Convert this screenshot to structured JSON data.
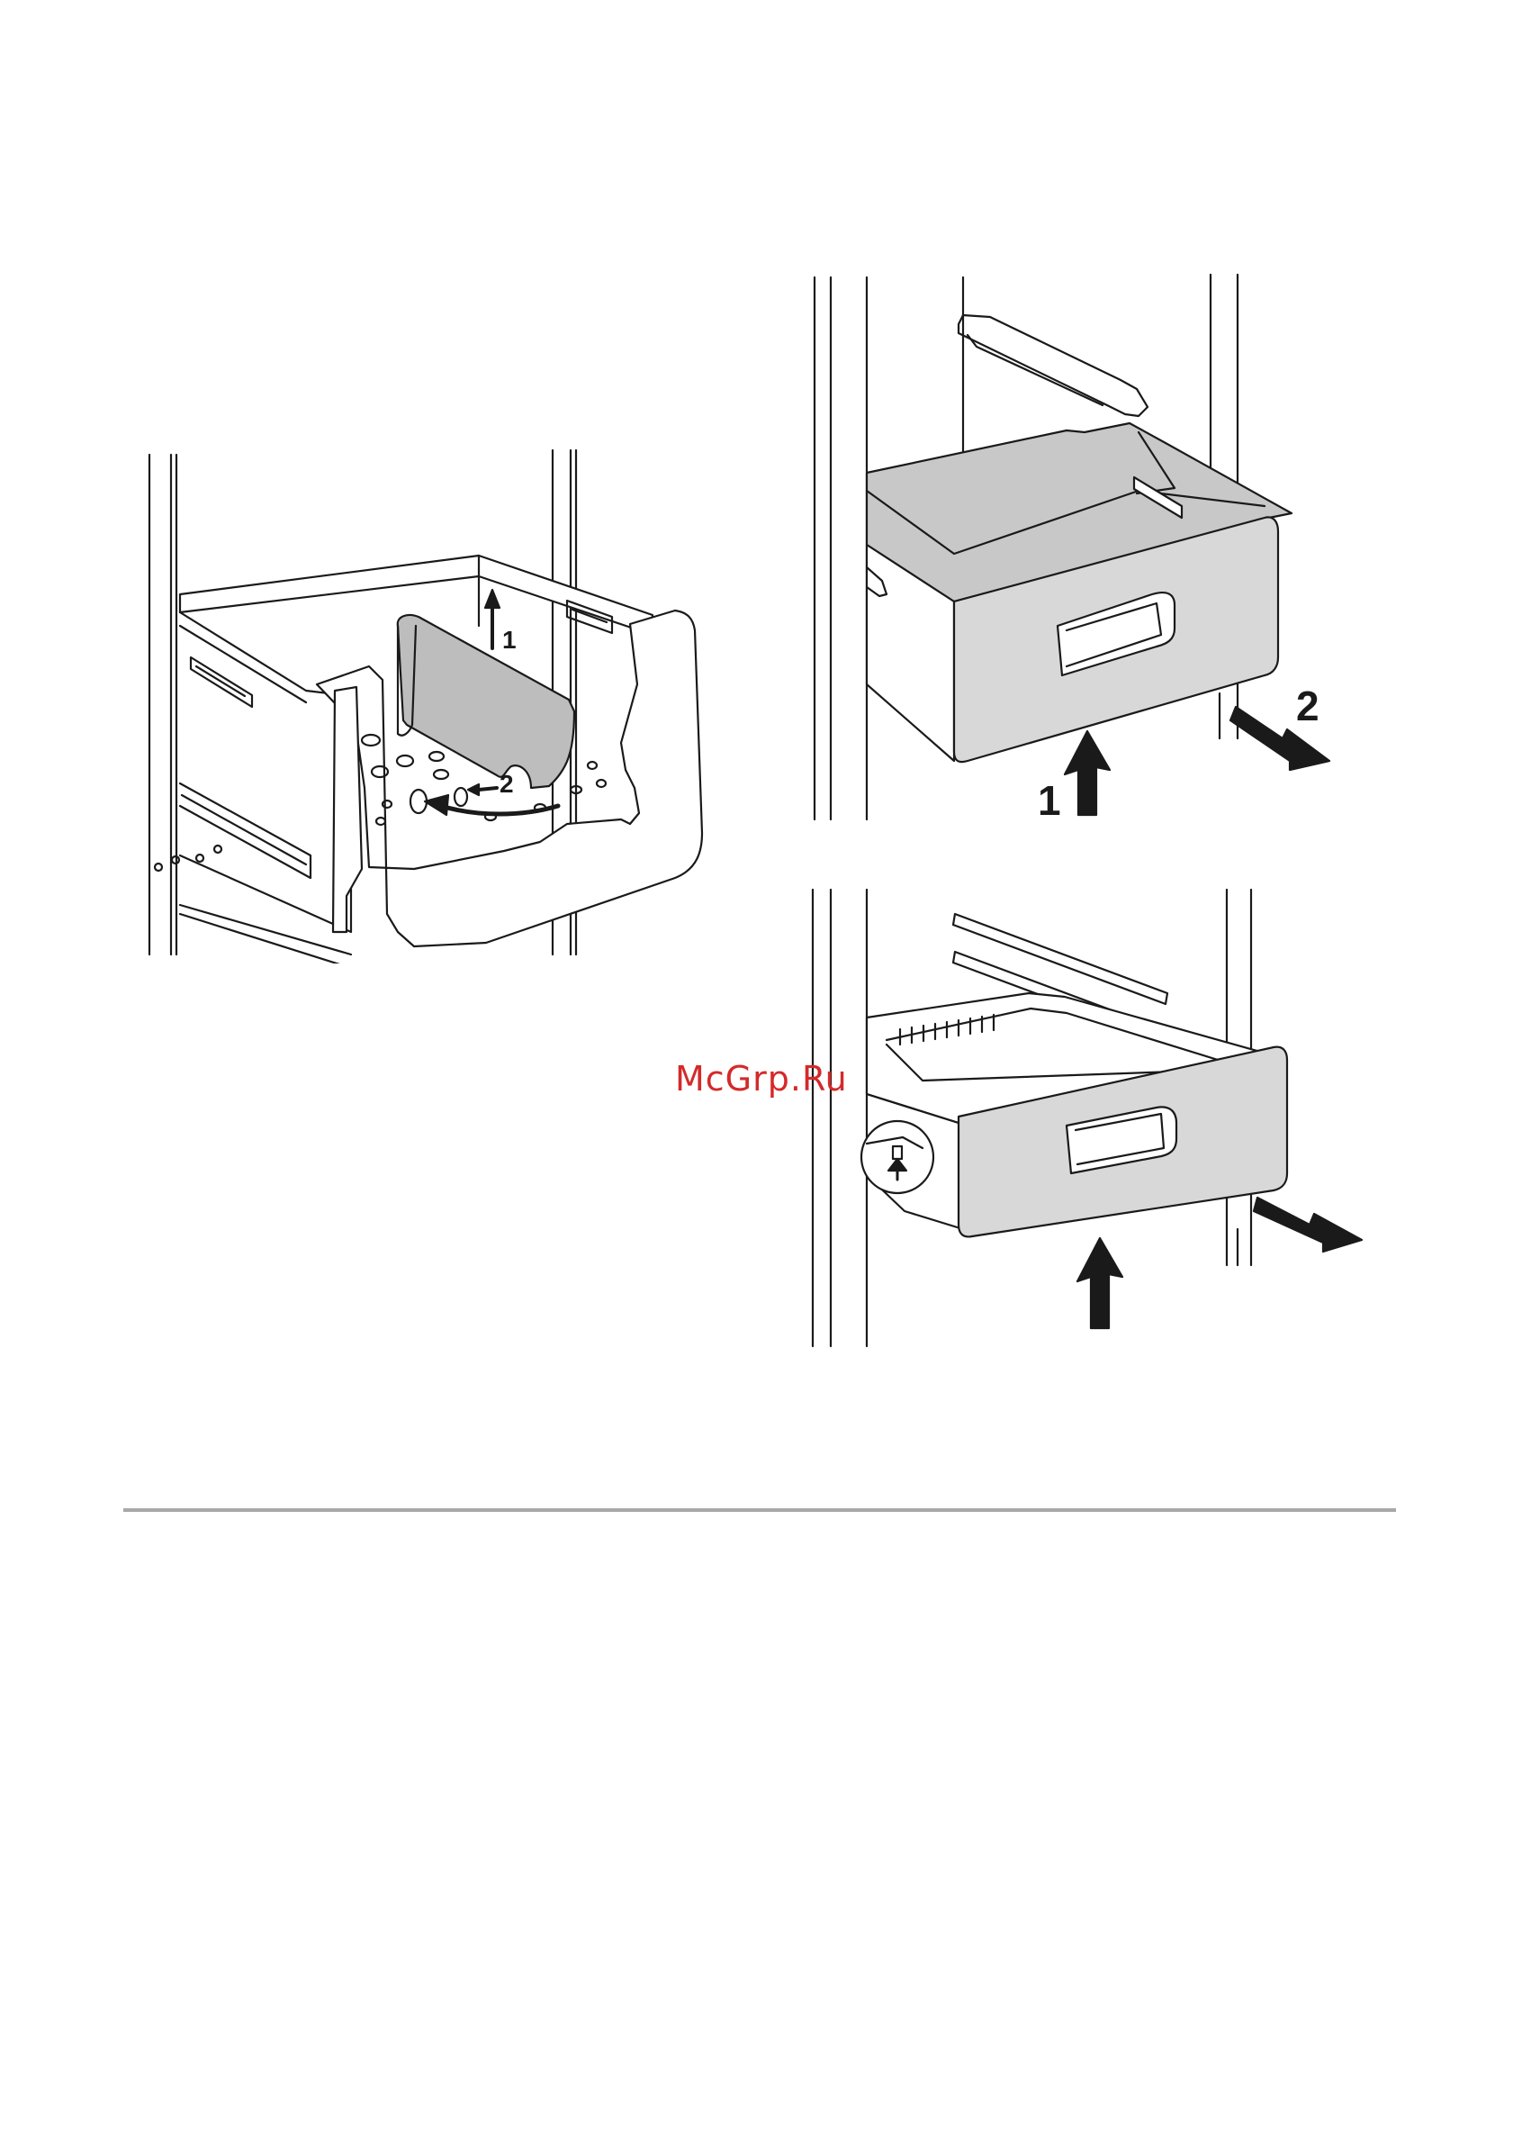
{
  "watermark": {
    "text": "McGrp.Ru",
    "color": "#d42a2a"
  },
  "figures": {
    "left": {
      "step1": "1",
      "step2": "2"
    },
    "top_right": {
      "step1": "1",
      "step2": "2"
    },
    "bottom_right": {}
  },
  "colors": {
    "line": "#1a1a1a",
    "panel": "#d8d8d8",
    "divider": "#a8a8a8"
  }
}
